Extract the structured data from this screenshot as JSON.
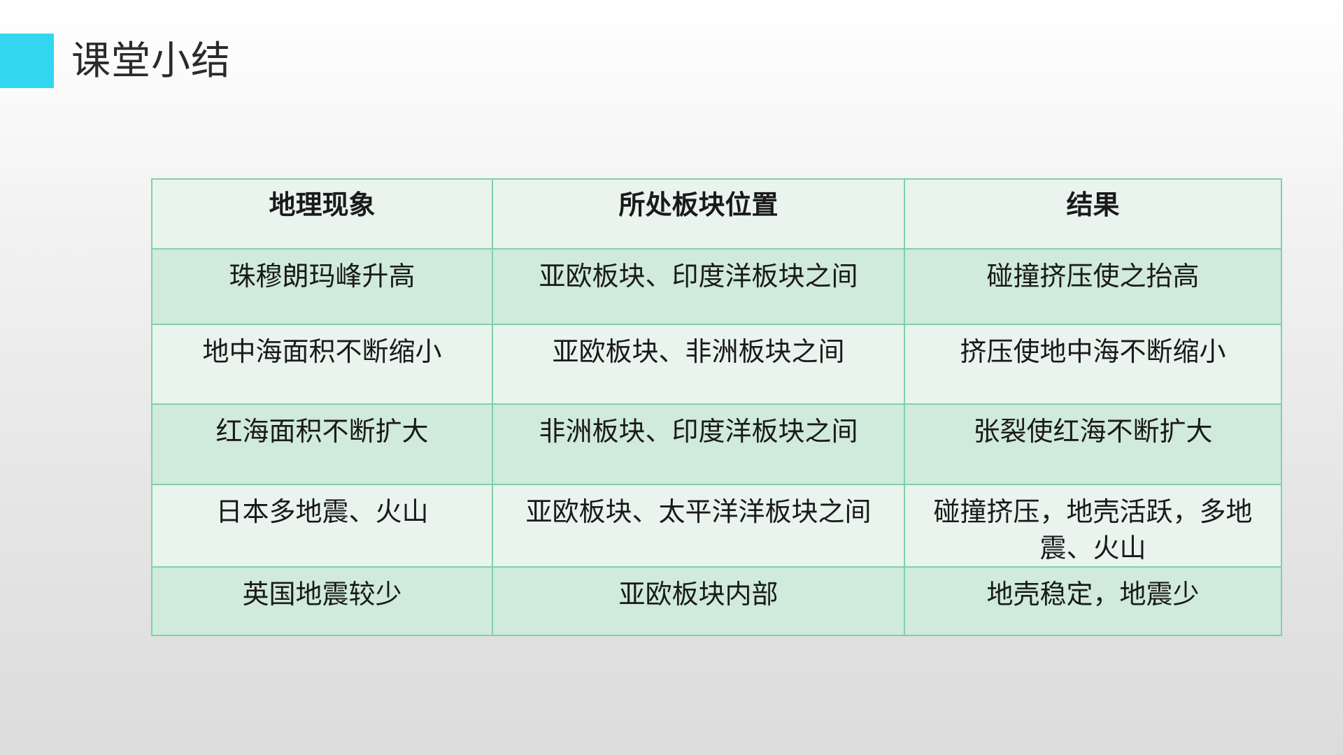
{
  "slide": {
    "title": "课堂小结",
    "accent_color": "#33d6ef"
  },
  "table": {
    "border_color": "#7fd1a8",
    "headers": [
      "地理现象",
      "所处板块位置",
      "结果"
    ],
    "rows": [
      [
        "珠穆朗玛峰升高",
        "亚欧板块、印度洋板块之间",
        "碰撞挤压使之抬高"
      ],
      [
        "地中海面积不断缩小",
        "亚欧板块、非洲板块之间",
        "挤压使地中海不断缩小"
      ],
      [
        "红海面积不断扩大",
        "非洲板块、印度洋板块之间",
        "张裂使红海不断扩大"
      ],
      [
        "日本多地震、火山",
        "亚欧板块、太平洋洋板块之间",
        "碰撞挤压，地壳活跃，多地震、火山"
      ],
      [
        "英国地震较少",
        "亚欧板块内部",
        "地壳稳定，地震少"
      ]
    ]
  }
}
